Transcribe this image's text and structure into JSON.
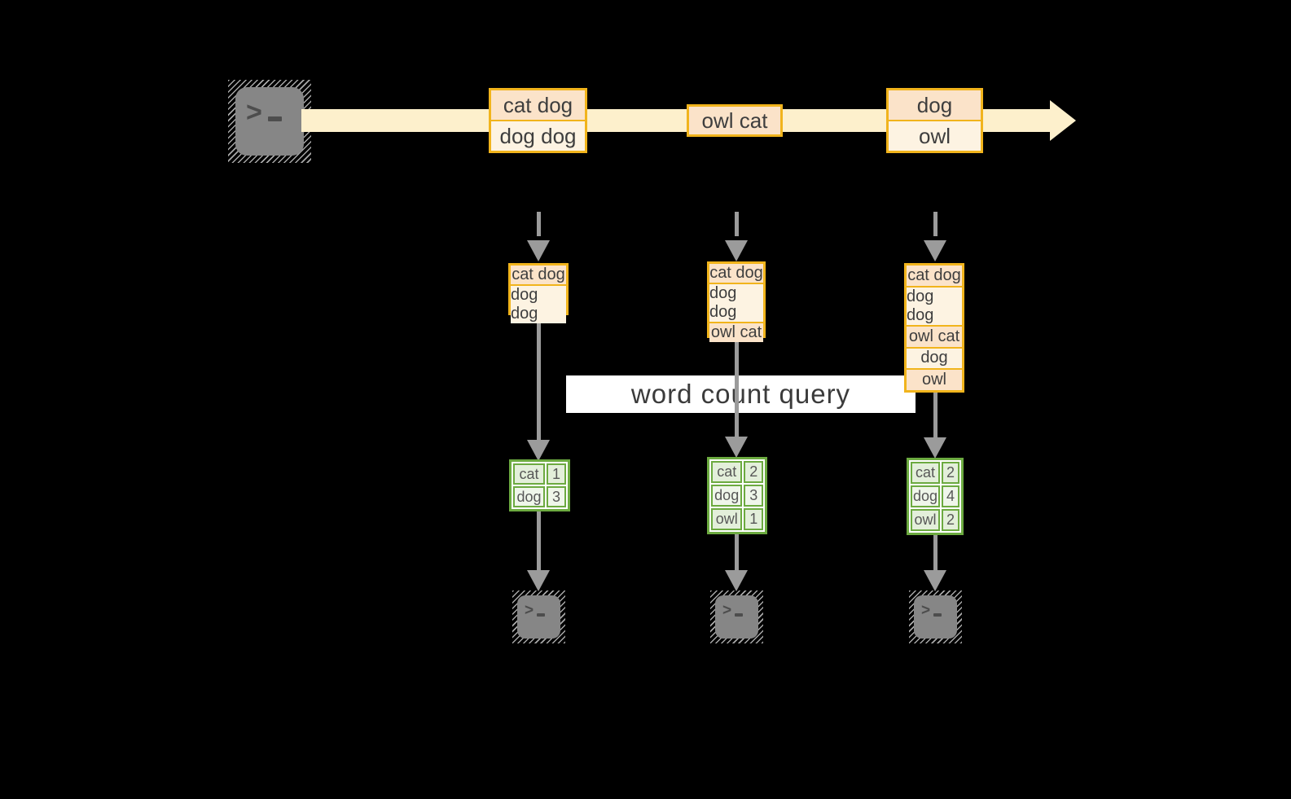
{
  "diagram": {
    "banner_label": "word count query",
    "prompt_char": ">",
    "colors": {
      "background": "#000000",
      "stream_band": "#fdf0cc",
      "box_border": "#f1b41c",
      "box_fill_dark": "#fbe3c9",
      "box_fill_light": "#fdf3e2",
      "table_border": "#6caa40",
      "table_fill_a": "#e3efda",
      "table_fill_b": "#eff6ea",
      "arrow_gray": "#9b9b9b",
      "terminal_gray": "#868686"
    }
  },
  "timeline": {
    "batches": [
      {
        "rows": [
          "cat dog",
          "dog dog"
        ]
      },
      {
        "rows": [
          "owl cat"
        ]
      },
      {
        "rows": [
          "dog",
          "owl"
        ]
      }
    ]
  },
  "columns": [
    {
      "stack": [
        "cat dog",
        "dog dog"
      ],
      "table": {
        "rows": [
          {
            "word": "cat",
            "count": "1"
          },
          {
            "word": "dog",
            "count": "3"
          }
        ]
      }
    },
    {
      "stack": [
        "cat dog",
        "dog dog",
        "owl cat"
      ],
      "table": {
        "rows": [
          {
            "word": "cat",
            "count": "2"
          },
          {
            "word": "dog",
            "count": "3"
          },
          {
            "word": "owl",
            "count": "1"
          }
        ]
      }
    },
    {
      "stack": [
        "cat dog",
        "dog dog",
        "owl cat",
        "dog",
        "owl"
      ],
      "table": {
        "rows": [
          {
            "word": "cat",
            "count": "2"
          },
          {
            "word": "dog",
            "count": "4"
          },
          {
            "word": "owl",
            "count": "2"
          }
        ]
      }
    }
  ]
}
